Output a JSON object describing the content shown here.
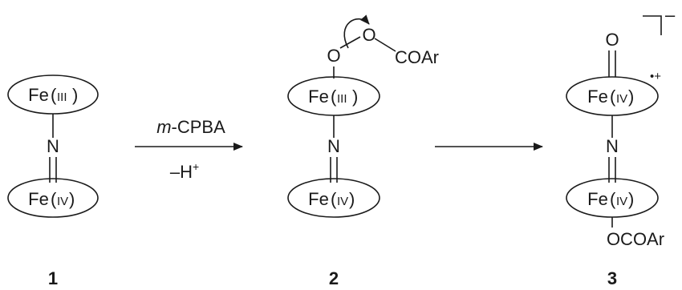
{
  "reagents": {
    "step1_above_prefix": "m",
    "step1_above_rest": "-CPBA",
    "step1_below": "–H",
    "step1_below_sup": "+"
  },
  "compound1": {
    "number": "1",
    "top_ring": {
      "metal": "Fe",
      "ox": "III"
    },
    "bottom_ring": {
      "metal": "Fe",
      "ox": "IV"
    },
    "bridge_atom": "N"
  },
  "compound2": {
    "number": "2",
    "axial_o1": "O",
    "axial_o2": "O",
    "acyl_group": "COAr",
    "top_ring": {
      "metal": "Fe",
      "ox": "III"
    },
    "bottom_ring": {
      "metal": "Fe",
      "ox": "IV"
    },
    "bridge_atom": "N"
  },
  "compound3": {
    "number": "3",
    "oxo_atom": "O",
    "radical_cation": "•+",
    "charge": "–",
    "top_ring": {
      "metal": "Fe",
      "ox": "IV"
    },
    "bottom_ring": {
      "metal": "Fe",
      "ox": "IV"
    },
    "bridge_atom": "N",
    "axial_ligand": "OCOAr"
  }
}
